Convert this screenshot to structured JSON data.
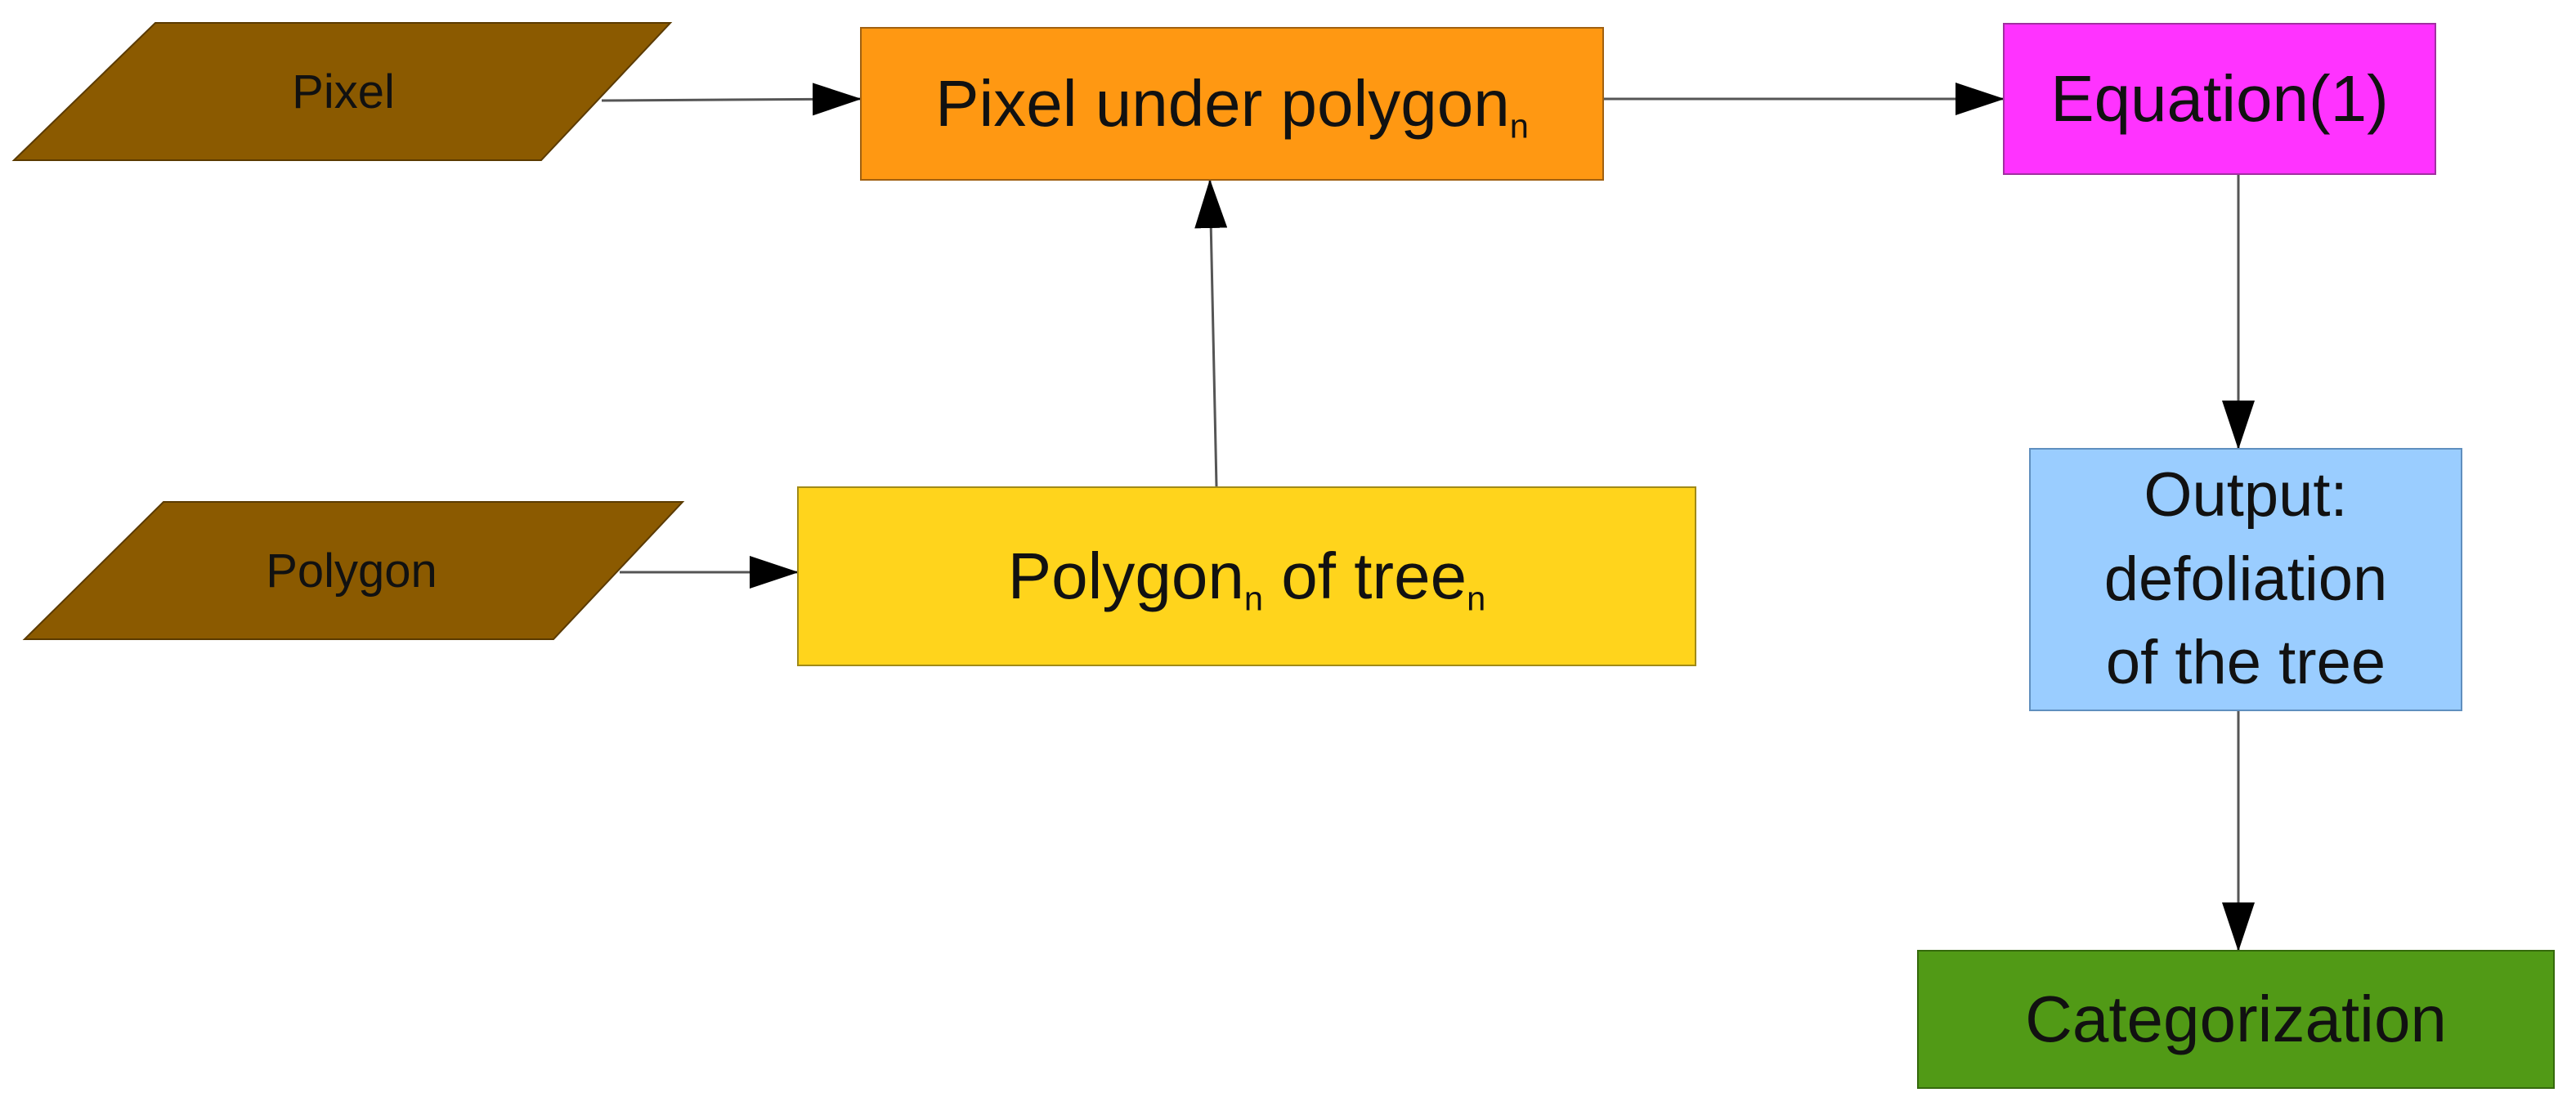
{
  "inputs": {
    "pixel": {
      "label": "Pixel"
    },
    "polygon": {
      "label": "Polygon"
    }
  },
  "processes": {
    "pixel_under_polygon": {
      "label": "Pixel under polygon",
      "subscript": "n"
    },
    "equation": {
      "label": "Equation(1)"
    },
    "polygon_of_tree": {
      "label_part1": "Polygon",
      "subscript1": "n",
      "label_part2": " of tree",
      "subscript2": "n"
    },
    "output": {
      "line1": "Output:",
      "line2": "defoliation",
      "line3": "of the tree"
    },
    "categorization": {
      "label": "Categorization"
    }
  },
  "colors": {
    "input_fill": "#8b5a00",
    "pixel_under_polygon": "#ff9812",
    "equation": "#ff33ff",
    "polygon_of_tree": "#ffd41c",
    "output": "#9acdff",
    "categorization": "#519a16",
    "connector": "#555555",
    "arrowhead": "#000000"
  }
}
